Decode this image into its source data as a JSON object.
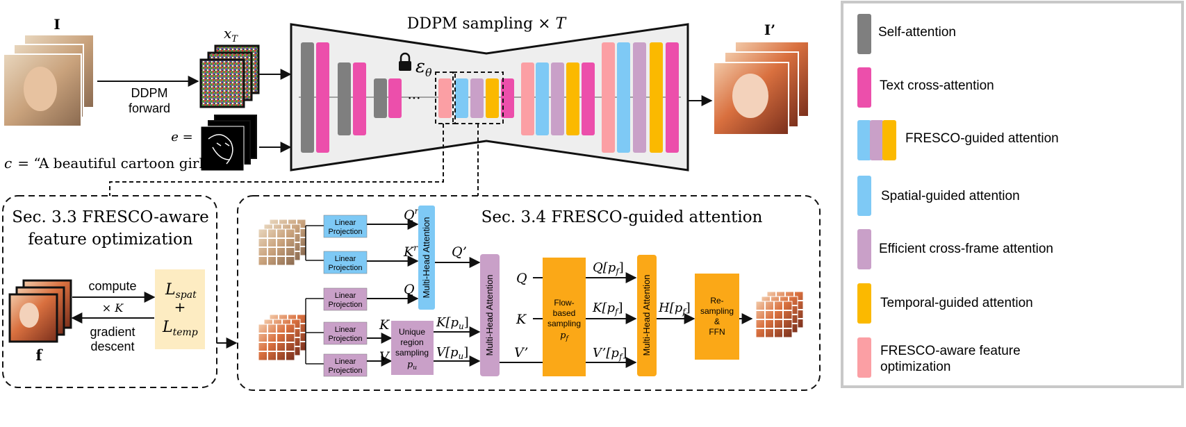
{
  "colors": {
    "self_attention": "#7f7f7f",
    "text_cross_attention": "#ec4fab",
    "spatial_guided": "#7ec9f5",
    "efficient_cross_frame": "#c9a0c8",
    "temporal_guided": "#fbb900",
    "fresco_aware": "#fb9fa4",
    "unet_fill": "#eeeeee",
    "linear_projection_blue": "#7ec9f5",
    "linear_projection_purple": "#c9a0c8",
    "flow_box": "#fba817",
    "loss_box": "#fdecc2"
  },
  "top": {
    "input_label": "I",
    "noise_label": "x_T",
    "ddpm_forward_line1": "DDPM",
    "ddpm_forward_line2": "forward",
    "edge_label": "e =",
    "prompt_label": "c",
    "prompt_text": "= “A beautiful cartoon girl”,",
    "unet_title_main": "DDPM sampling × ",
    "unet_title_T": "T",
    "eps_label": "ε",
    "eps_sub": "θ",
    "ellipsis": "···",
    "output_label": "I’"
  },
  "legend": {
    "items": [
      {
        "label": "Self-attention",
        "icon": "gray-bar"
      },
      {
        "label": "Text cross-attention",
        "icon": "pink-bar"
      },
      {
        "label_prefix": "FRESCO",
        "label_suffix": "-guided attention",
        "icon": "fresco-guided-bars"
      },
      {
        "label": "Spatial-guided attention",
        "icon": "blue-bar"
      },
      {
        "label": "Efficient cross-frame attention",
        "icon": "purple-bar"
      },
      {
        "label": "Temporal-guided attention",
        "icon": "orange-bar"
      },
      {
        "label_prefix": "FRESCO",
        "label_line1_suffix": "-aware feature",
        "label_line2": "optimization",
        "icon": "salmon-bar"
      }
    ]
  },
  "left_panel": {
    "title_line1_prefix": "Sec. 3.3 ",
    "title_line1_fresco": "FRESCO",
    "title_line1_suffix": "-aware",
    "title_line2": "feature optimization",
    "compute": "compute",
    "times_k": "× K",
    "gradient_line1": "gradient",
    "gradient_line2": "descent",
    "loss_spat": "L",
    "loss_spat_sub": "spat",
    "plus": "+",
    "loss_temp": "L",
    "loss_temp_sub": "temp",
    "feature_label": "f"
  },
  "right_panel": {
    "title_prefix": "Sec. 3.4 ",
    "title_fresco": "FRESCO",
    "title_suffix": "-guided attention",
    "linear_projection": [
      "Linear",
      "Projection"
    ],
    "qr": "Q",
    "qr_sup": "r",
    "kr": "K",
    "kr_sup": "r",
    "q_prime": "Q’",
    "q": "Q",
    "k": "K",
    "v": "V",
    "mha": "Multi-Head Attention",
    "unique_region": [
      "Unique",
      "region",
      "sampling"
    ],
    "pu": "p",
    "pu_sub": "u",
    "k_pu": "K[p",
    "v_pu": "V[p",
    "bracket_close": "]",
    "q2": "Q",
    "k2": "K",
    "v_prime": "V’",
    "flow_box": [
      "Flow-",
      "based",
      "sampling"
    ],
    "pf": "p",
    "pf_sub": "f",
    "q_pf": "Q[p",
    "k_pf": "K[p",
    "vprime_pf": "V’[p",
    "h_pf": "H[p",
    "resampling": [
      "Re-",
      "sampling",
      "&",
      "FFN"
    ]
  }
}
